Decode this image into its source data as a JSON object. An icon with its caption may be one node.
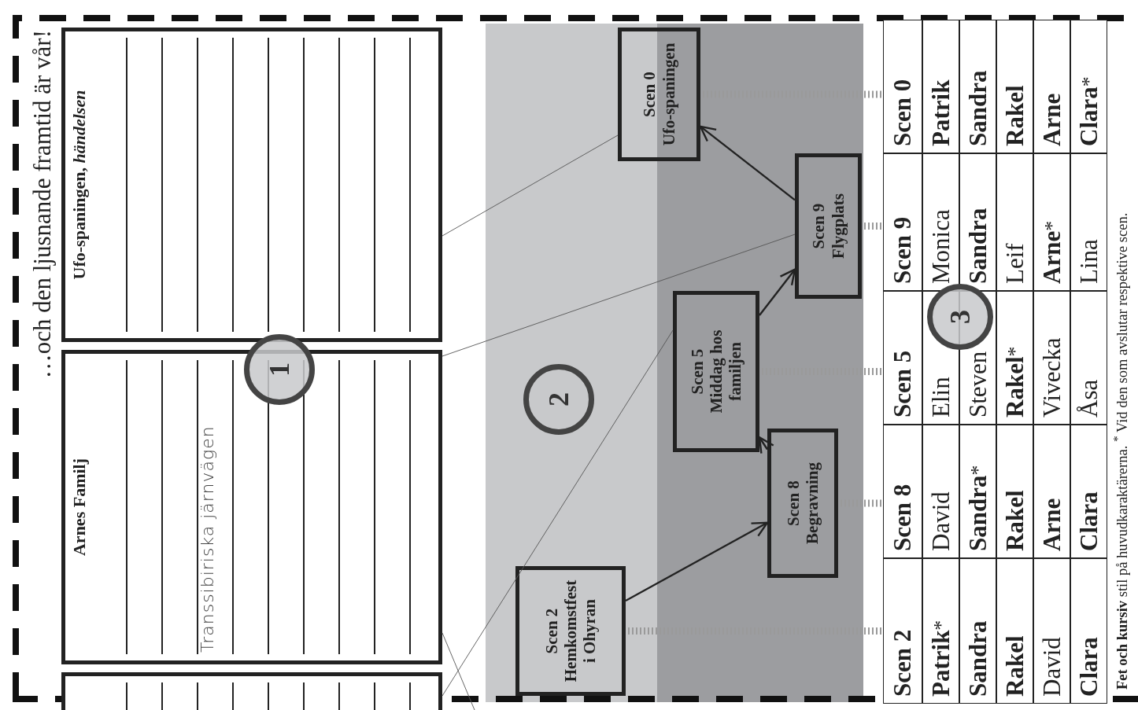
{
  "diagram": {
    "title": "…och den ljusnande framtid är vår!",
    "nodes": [
      {
        "text": [
          "Ufo-spaningen, *händelsen*"
        ]
      },
      {
        "text": [
          "Arnes Familj",
          "Transsibiriska järnvägen"
        ]
      },
      {
        "text": [],
        "shape": "box"
      },
      {
        "text": [
          "Scen 0",
          "Ufo-spaningen"
        ]
      },
      {
        "text": [
          "Scen 9",
          "Flygplats"
        ]
      },
      {
        "text": [
          "Scen 5",
          "Middag hos familjen"
        ]
      },
      {
        "text": [
          "Scen 8",
          "Begravning"
        ]
      },
      {
        "text": [
          "Scen 2",
          "Hemkomstfest i Ohyran"
        ]
      },
      {
        "text": [
          "1"
        ]
      },
      {
        "text": [
          "2"
        ]
      },
      {
        "text": [
          "3"
        ]
      },
      {
        "text": [
          "Scen 2"
        ]
      },
      {
        "text": [
          "Scen 8"
        ]
      },
      {
        "text": [
          "Scen 5"
        ]
      },
      {
        "text": [
          "Scen 9"
        ]
      },
      {
        "text": [
          "Scen 0"
        ]
      }
    ],
    "edges": [
      {
        "from": 0,
        "to": 3,
        "arrow": "none",
        "color": "#555555"
      },
      {
        "from": 1,
        "to": 4,
        "arrow": "none",
        "color": "#555555"
      },
      {
        "from": 2,
        "to": 5,
        "arrow": "none",
        "color": "#555555"
      },
      {
        "from": 1,
        "to": null,
        "arrow": "none",
        "color": "#555555"
      },
      {
        "from": 7,
        "to": 6,
        "arrow": "to",
        "color": "#222222"
      },
      {
        "from": 6,
        "to": 5,
        "arrow": "to",
        "color": "#222222"
      },
      {
        "from": 5,
        "to": 4,
        "arrow": "to",
        "color": "#222222"
      },
      {
        "from": 4,
        "to": 3,
        "arrow": "to",
        "color": "#222222"
      },
      {
        "from": 7,
        "to": 11,
        "arrow": "none",
        "style": "dashed",
        "color": "#9a9a9a"
      },
      {
        "from": 6,
        "to": 12,
        "arrow": "none",
        "style": "dashed",
        "color": "#9a9a9a"
      },
      {
        "from": 5,
        "to": 13,
        "arrow": "none",
        "style": "dashed",
        "color": "#9a9a9a"
      },
      {
        "from": 4,
        "to": 14,
        "arrow": "none",
        "style": "dashed",
        "color": "#9a9a9a"
      },
      {
        "from": 3,
        "to": 15,
        "arrow": "none",
        "style": "dashed",
        "color": "#9a9a9a"
      }
    ],
    "labels": [
      "**Patrik**$^{*}$",
      "David",
      "Elin",
      "Monica",
      "**Patrik**",
      "**Sandra**",
      "**Sandra**$^{*}$",
      "Steven",
      "**Sandra**",
      "**Sandra**",
      "**Rakel**",
      "**Rakel**",
      "**Rakel**$^{*}$",
      "Leif",
      "**Rakel**",
      "David",
      "**Arne**",
      "Vivecka",
      "**Arne**$^{*}$",
      "**Arne**",
      "**Clara**",
      "**Clara**",
      "Åsa",
      "Lina",
      "**Clara**$^{*}$",
      "**Fet och kursiv** stil på huvudkaraktärerna. $^{*}$ Vid den som avslutar respektive scen."
    ]
  }
}
